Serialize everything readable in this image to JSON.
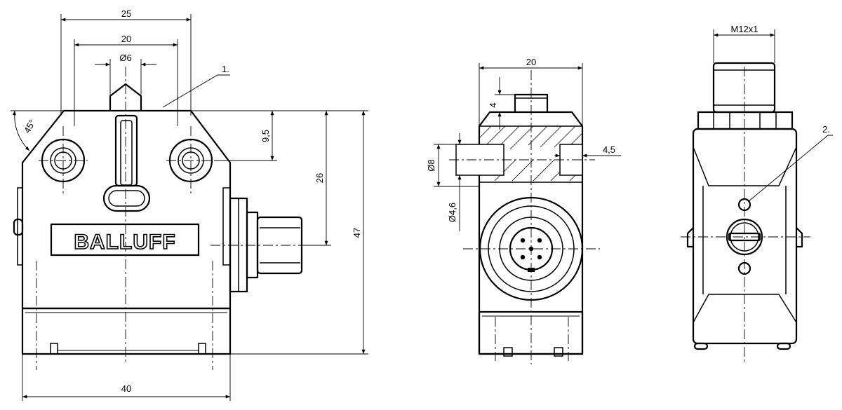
{
  "brand": {
    "logo_text": "BALLUFF"
  },
  "front_view": {
    "dims": {
      "width_top": "25",
      "width_inner": "20",
      "plunger_dia": "6",
      "angle": "45°",
      "hole_offset": "9,5",
      "height_connector": "26",
      "height_total": "47",
      "width_bottom": "40"
    },
    "callout": "1."
  },
  "side_view": {
    "dims": {
      "width": "20",
      "plunger_height": "4",
      "hole_dia": "8",
      "thread_dia": "4,6",
      "depth": "4,5"
    }
  },
  "connector_view": {
    "dims": {
      "thread": "M12x1"
    },
    "callout": "2."
  },
  "symbols": {
    "diameter": "Ø"
  }
}
